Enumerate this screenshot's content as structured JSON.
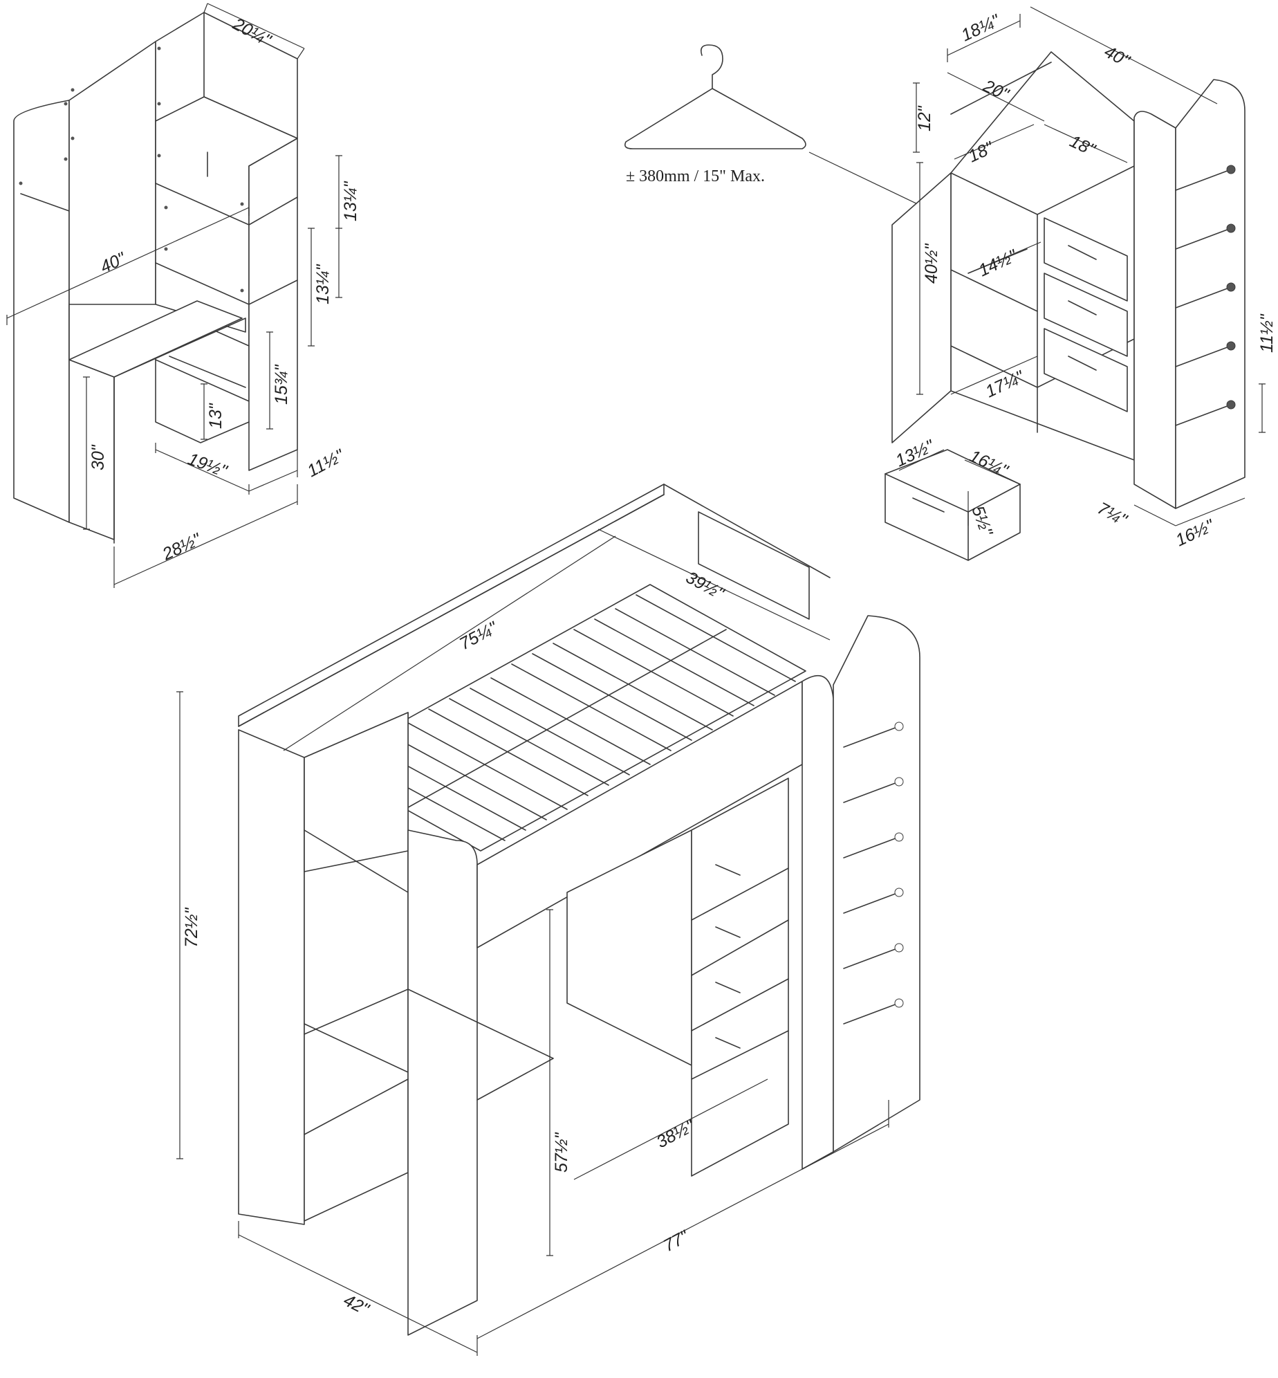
{
  "hanger_note": "± 380mm / 15\" Max.",
  "desk_dims": {
    "top_depth": "20¼\"",
    "width_diag": "40\"",
    "shelf_upper": "13¼\"",
    "shelf_mid": "13¼\"",
    "shelf_lower": "15¾\"",
    "knee_space": "13\"",
    "desk_height": "30\"",
    "inner_width": "19½\"",
    "side_depth": "11½\"",
    "total_width": "28½\""
  },
  "wardrobe_dims": {
    "depth": "18¼\"",
    "width": "40\"",
    "hanging_width": "20\"",
    "top_shelf": "12\"",
    "rod_depth": "18\"",
    "drawer_col_width": "18\"",
    "hanging_height": "40½\"",
    "shelf_depth": "14½\"",
    "bottom_depth": "17¼\"",
    "ladder_step": "11½\"",
    "ladder_depth": "7¼\"",
    "ladder_total": "16½\""
  },
  "drawer_dims": {
    "depth": "13½\"",
    "width": "16¼\"",
    "height": "5½\""
  },
  "bed_dims": {
    "mattress_length": "75¼\"",
    "mattress_width": "39½\"",
    "total_height": "72½\"",
    "under_bed_height": "57½\"",
    "inner_length": "38½\"",
    "total_length": "77\"",
    "total_width": "42\""
  },
  "colors": {
    "line": "#3a3a3a",
    "background": "#ffffff"
  },
  "icons": [
    "hanger-icon"
  ]
}
